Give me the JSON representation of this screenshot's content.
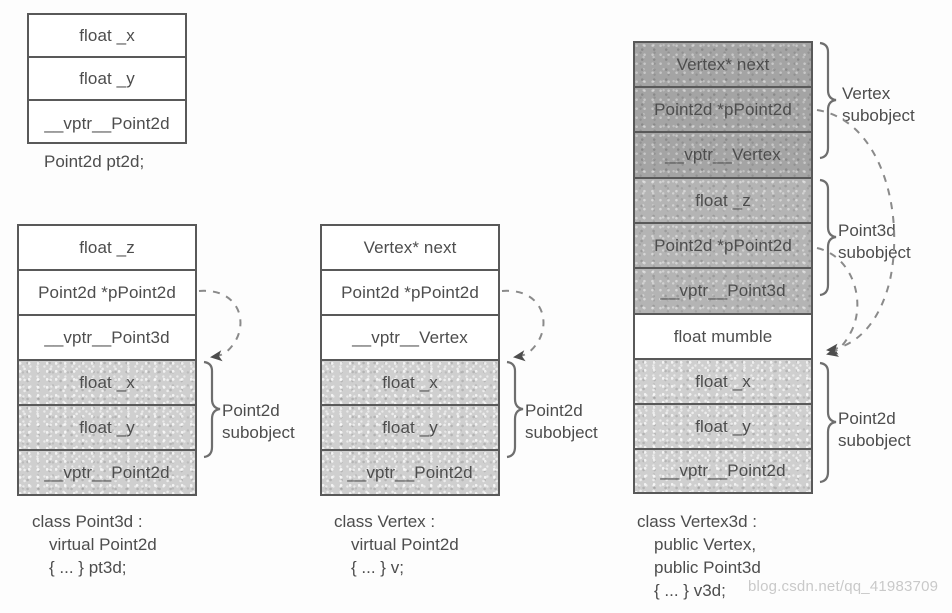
{
  "diagram": {
    "title": "C++ object layout: virtual inheritance of Point2d",
    "colors": {
      "stroke": "#595959",
      "text": "#4d4d4d",
      "shade_light": "#cfcfcf",
      "shade_mid": "#b4b4b4",
      "shade_dark": "#a4a4a4",
      "watermark": "#c9c9c9"
    }
  },
  "objects": [
    {
      "id": "point2d",
      "caption_lines": [
        "Point2d pt2d;"
      ],
      "slots": [
        {
          "label": "float _x",
          "shade": "none"
        },
        {
          "label": "float _y",
          "shade": "none"
        },
        {
          "label": "__vptr__Point2d",
          "shade": "none"
        }
      ],
      "braces": []
    },
    {
      "id": "point3d",
      "caption_lines": [
        "class Point3d :",
        "virtual Point2d",
        "{ ... } pt3d;"
      ],
      "slots": [
        {
          "label": "float _z",
          "shade": "none"
        },
        {
          "label": "Point2d *pPoint2d",
          "shade": "none"
        },
        {
          "label": "__vptr__Point3d",
          "shade": "none"
        },
        {
          "label": "float _x",
          "shade": "light"
        },
        {
          "label": "float _y",
          "shade": "light"
        },
        {
          "label": "__vptr__Point2d",
          "shade": "light"
        }
      ],
      "braces": [
        {
          "label_lines": [
            "Point2d",
            "subobject"
          ],
          "from_slot": 3,
          "to_slot": 5
        }
      ]
    },
    {
      "id": "vertex",
      "caption_lines": [
        "class Vertex :",
        "virtual Point2d",
        "{ ... } v;"
      ],
      "slots": [
        {
          "label": "Vertex* next",
          "shade": "none"
        },
        {
          "label": "Point2d *pPoint2d",
          "shade": "none"
        },
        {
          "label": "__vptr__Vertex",
          "shade": "none"
        },
        {
          "label": "float _x",
          "shade": "light"
        },
        {
          "label": "float _y",
          "shade": "light"
        },
        {
          "label": "__vptr__Point2d",
          "shade": "light"
        }
      ],
      "braces": [
        {
          "label_lines": [
            "Point2d",
            "subobject"
          ],
          "from_slot": 3,
          "to_slot": 5
        }
      ]
    },
    {
      "id": "vertex3d",
      "caption_lines": [
        "class Vertex3d :",
        "public Vertex,",
        "public Point3d",
        "{ ... } v3d;"
      ],
      "slots": [
        {
          "label": "Vertex* next",
          "shade": "dark"
        },
        {
          "label": "Point2d *pPoint2d",
          "shade": "dark"
        },
        {
          "label": "__vptr__Vertex",
          "shade": "dark"
        },
        {
          "label": "float _z",
          "shade": "mid"
        },
        {
          "label": "Point2d *pPoint2d",
          "shade": "mid"
        },
        {
          "label": "__vptr__Point3d",
          "shade": "mid"
        },
        {
          "label": "float mumble",
          "shade": "none"
        },
        {
          "label": "float _x",
          "shade": "light"
        },
        {
          "label": "float _y",
          "shade": "light"
        },
        {
          "label": "__vptr__Point2d",
          "shade": "light"
        }
      ],
      "braces": [
        {
          "label_lines": [
            "Vertex",
            "subobject"
          ],
          "from_slot": 0,
          "to_slot": 2
        },
        {
          "label_lines": [
            "Point3d",
            "subobject"
          ],
          "from_slot": 3,
          "to_slot": 5
        },
        {
          "label_lines": [
            "Point2d",
            "subobject"
          ],
          "from_slot": 7,
          "to_slot": 9
        }
      ]
    }
  ],
  "watermark": {
    "text": "blog.csdn.net/qq_41983709"
  }
}
